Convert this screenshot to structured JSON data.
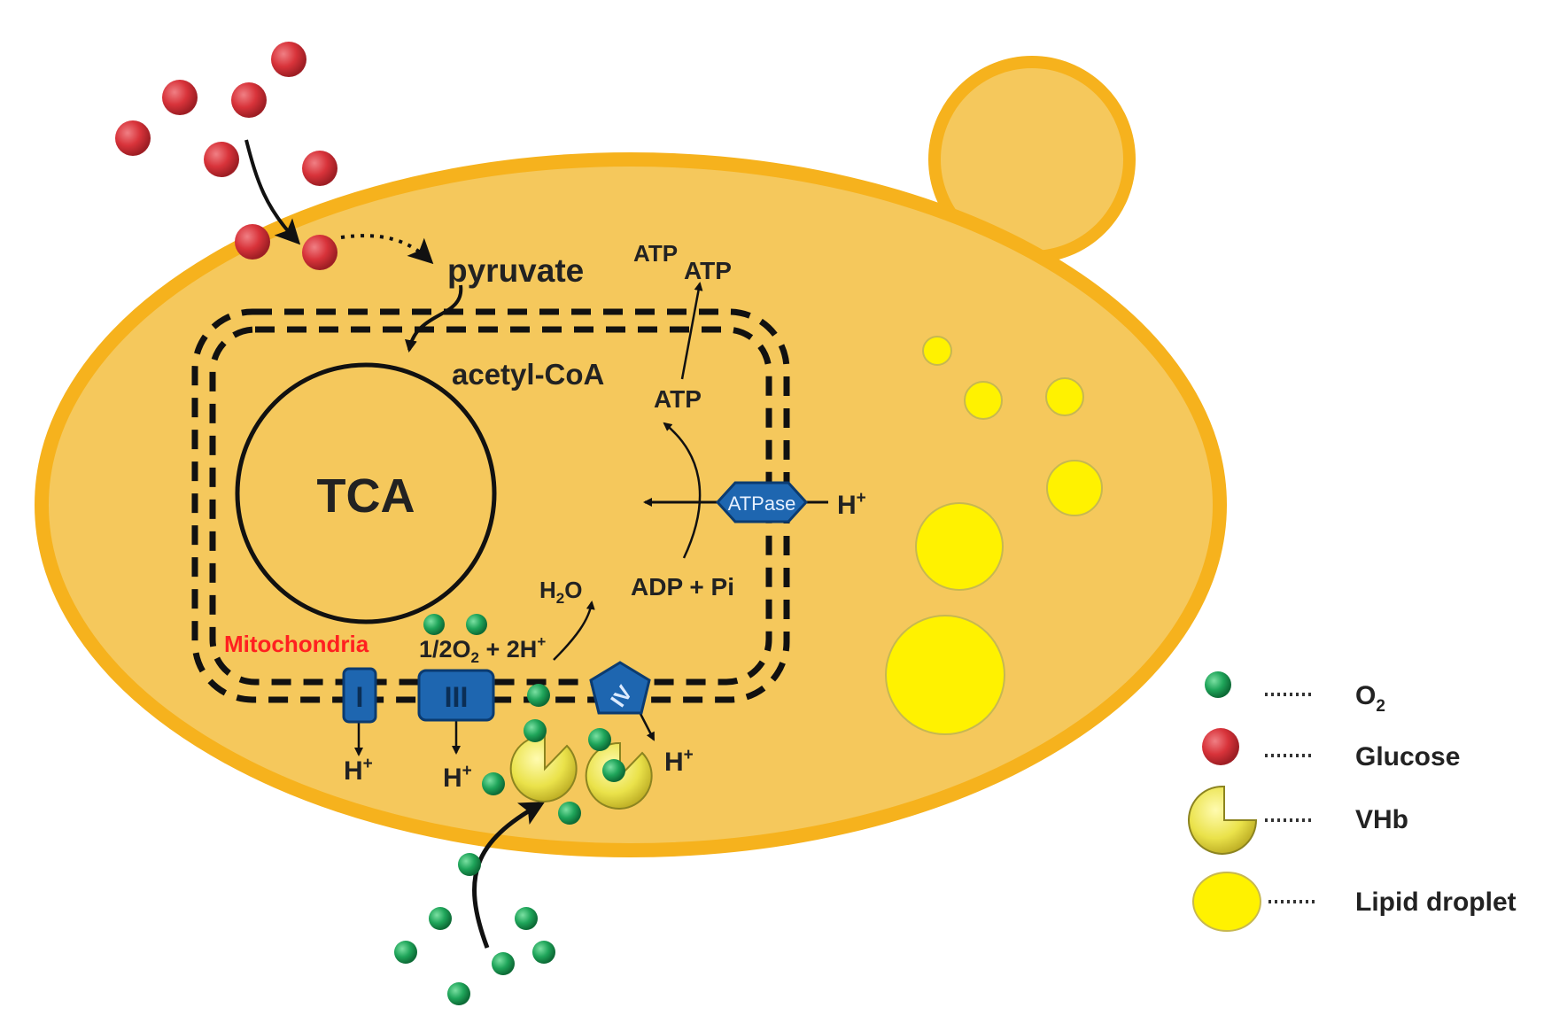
{
  "labels": {
    "pyruvate": "pyruvate",
    "acetyl_coa": "acetyl-CoA",
    "tca": "TCA",
    "mitochondria": "Mitochondria",
    "atp_top_small": "ATP",
    "atp_top_main": "ATP",
    "atp_mid": "ATP",
    "atpase": "ATPase",
    "h_plus": "H",
    "plus_sign": "+",
    "adp_pi": "ADP + Pi",
    "h2o_h": "H",
    "h2o_sub": "2",
    "h2o_o": "O",
    "reaction_a": "1/2O",
    "reaction_sub": "2",
    "reaction_b": " + 2H",
    "complex_i": "I",
    "complex_iii": "III",
    "complex_iv": "IV"
  },
  "legend": {
    "items": [
      {
        "id": "o2",
        "label": "O",
        "subscript": "2"
      },
      {
        "id": "glucose",
        "label": "Glucose",
        "subscript": ""
      },
      {
        "id": "vhb",
        "label": "VHb",
        "subscript": ""
      },
      {
        "id": "lipid",
        "label": "Lipid droplet",
        "subscript": ""
      }
    ]
  },
  "colors": {
    "cell_fill": "#F5C85C",
    "cell_stroke": "#F6B21D",
    "glucose": "#D8333A",
    "oxygen": "#1FA55A",
    "lipid": "#FFF200",
    "vhb": "#E8E04A",
    "complex": "#1E66B0",
    "mito_label": "#FF2020"
  }
}
